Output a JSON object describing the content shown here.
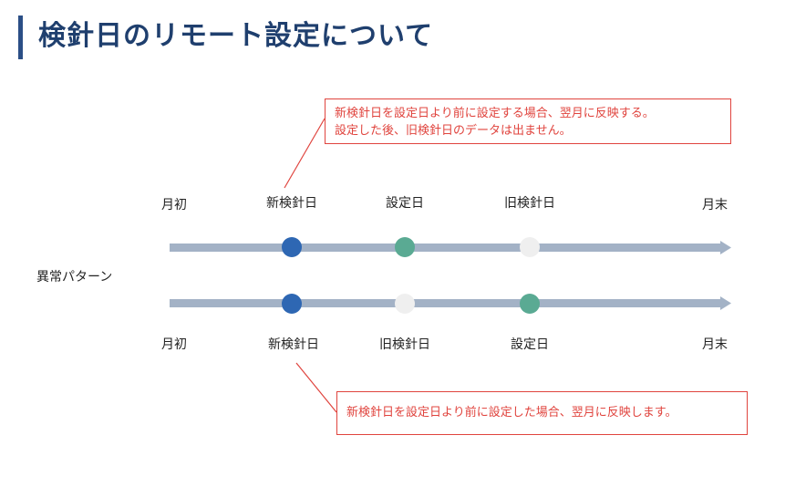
{
  "title": "検針日のリモート設定について",
  "row_label": "異常パターン",
  "top_note": {
    "line1": "新検針日を設定日より前に設定する場合、翌月に反映する。",
    "line2": "設定した後、旧検針日のデータは出ません。"
  },
  "bottom_note": "新検針日を設定日より前に設定した場合、翌月に反映します。",
  "top_labels": {
    "start": "月初",
    "new_meter_day": "新検針日",
    "setting_day": "設定日",
    "old_meter_day": "旧検針日",
    "end": "月末"
  },
  "bottom_labels": {
    "start": "月初",
    "new_meter_day": "新検針日",
    "old_meter_day": "旧検針日",
    "setting_day": "設定日",
    "end": "月末"
  },
  "colors": {
    "title": "#1f3f6e",
    "accent_bar": "#2b4f86",
    "timeline": "#a3b2c6",
    "new_meter_dot": "#2e67b3",
    "setting_dot": "#5aaa93",
    "old_meter_dot": "#efefef",
    "callout": "#e0443e"
  }
}
